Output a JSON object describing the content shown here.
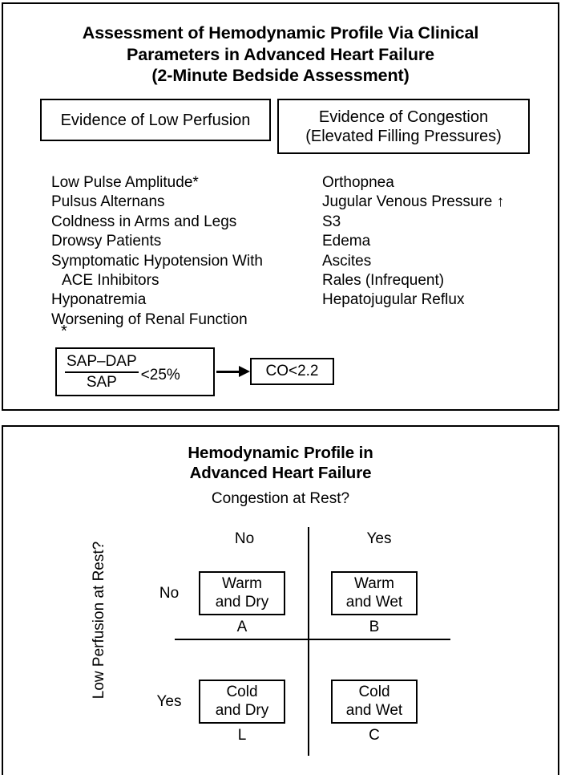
{
  "top_panel": {
    "title": "Assessment of Hemodynamic Profile Via Clinical\nParameters in Advanced Heart Failure\n(2-Minute Bedside Assessment)",
    "title_lines": [
      "Assessment of Hemodynamic Profile Via Clinical",
      "Parameters in Advanced Heart Failure",
      "(2-Minute Bedside Assessment)"
    ],
    "columns": [
      {
        "header": "Evidence of Low Perfusion",
        "header_lines": [
          "Evidence of Low Perfusion"
        ],
        "items": [
          {
            "text": "Low Pulse Amplitude*",
            "indent": false
          },
          {
            "text": "Pulsus Alternans",
            "indent": false
          },
          {
            "text": "Coldness in Arms and Legs",
            "indent": false
          },
          {
            "text": "Drowsy Patients",
            "indent": false
          },
          {
            "text": "Symptomatic Hypotension With",
            "indent": false
          },
          {
            "text": "ACE Inhibitors",
            "indent": true
          },
          {
            "text": "Hyponatremia",
            "indent": false
          },
          {
            "text": "Worsening of Renal Function",
            "indent": false
          }
        ]
      },
      {
        "header": "Evidence of Congestion (Elevated Filling Pressures)",
        "header_lines": [
          "Evidence of Congestion",
          "(Elevated Filling Pressures)"
        ],
        "items": [
          {
            "text": "Orthopnea",
            "indent": false
          },
          {
            "text": "Jugular Venous Pressure ↑",
            "indent": false
          },
          {
            "text": "S3",
            "indent": false
          },
          {
            "text": "Edema",
            "indent": false
          },
          {
            "text": "Ascites",
            "indent": false
          },
          {
            "text": "Rales (Infrequent)",
            "indent": false
          },
          {
            "text": "Hepatojugular Reflux",
            "indent": false
          }
        ]
      }
    ],
    "footnote": {
      "marker": "*",
      "formula": {
        "numerator": "SAP–DAP",
        "denominator": "SAP",
        "threshold": "<25%"
      },
      "arrow_icon": "right-arrow-icon",
      "result": "CO<2.2"
    }
  },
  "bottom_panel": {
    "title_lines": [
      "Hemodynamic Profile in",
      "Advanced Heart Failure"
    ],
    "x_axis_label": "Congestion at Rest?",
    "y_axis_label": "Low Perfusion at Rest?",
    "column_headers": [
      "No",
      "Yes"
    ],
    "row_labels": [
      "No",
      "Yes"
    ],
    "quadrants": [
      {
        "id": "A",
        "lines": [
          "Warm",
          "and Dry"
        ],
        "label": "Warm and Dry",
        "letter": "A"
      },
      {
        "id": "B",
        "lines": [
          "Warm",
          "and Wet"
        ],
        "label": "Warm and Wet",
        "letter": "B"
      },
      {
        "id": "L",
        "lines": [
          "Cold",
          "and Dry"
        ],
        "label": "Cold and Dry",
        "letter": "L"
      },
      {
        "id": "C",
        "lines": [
          "Cold",
          "and Wet"
        ],
        "label": "Cold and Wet",
        "letter": "C"
      }
    ]
  },
  "colors": {
    "ink": "#000000",
    "background": "#ffffff"
  }
}
